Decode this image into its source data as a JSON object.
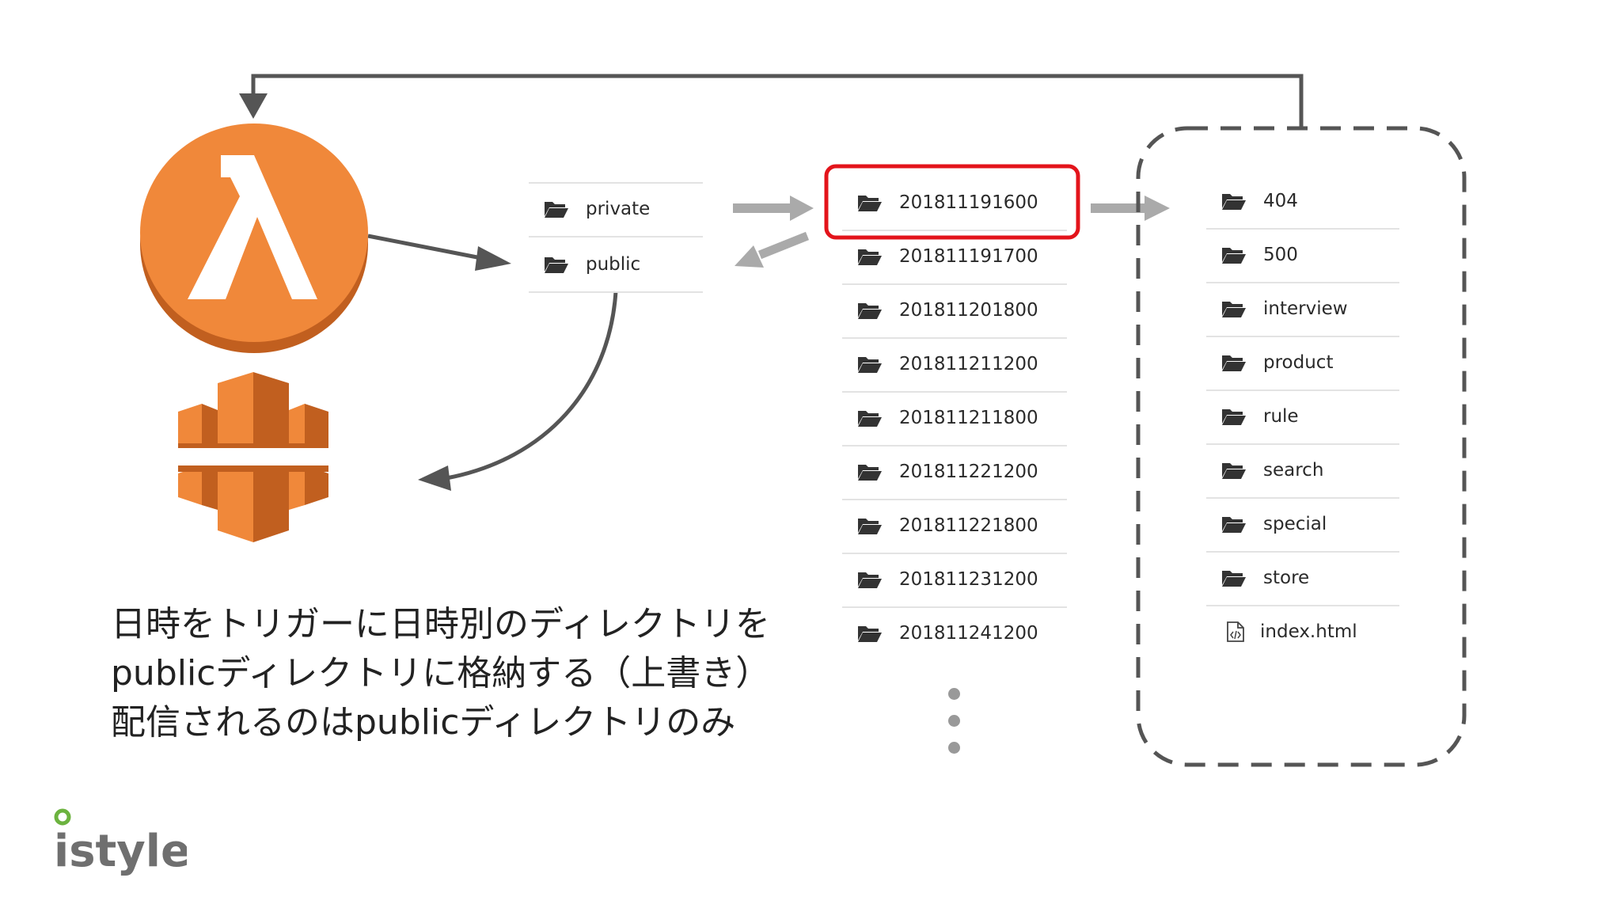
{
  "root_dirs": [
    {
      "label": "private",
      "icon": "folder-icon"
    },
    {
      "label": "public",
      "icon": "folder-icon"
    }
  ],
  "timestamp_dirs": [
    {
      "label": "201811191600",
      "icon": "folder-icon",
      "highlighted": true
    },
    {
      "label": "201811191700",
      "icon": "folder-icon"
    },
    {
      "label": "201811201800",
      "icon": "folder-icon"
    },
    {
      "label": "201811211200",
      "icon": "folder-icon"
    },
    {
      "label": "201811211800",
      "icon": "folder-icon"
    },
    {
      "label": "201811221200",
      "icon": "folder-icon"
    },
    {
      "label": "201811221800",
      "icon": "folder-icon"
    },
    {
      "label": "201811231200",
      "icon": "folder-icon"
    },
    {
      "label": "201811241200",
      "icon": "folder-icon"
    }
  ],
  "content_dirs": [
    {
      "label": "404",
      "icon": "folder-icon"
    },
    {
      "label": "500",
      "icon": "folder-icon"
    },
    {
      "label": "interview",
      "icon": "folder-icon"
    },
    {
      "label": "product",
      "icon": "folder-icon"
    },
    {
      "label": "rule",
      "icon": "folder-icon"
    },
    {
      "label": "search",
      "icon": "folder-icon"
    },
    {
      "label": "special",
      "icon": "folder-icon"
    },
    {
      "label": "store",
      "icon": "folder-icon"
    },
    {
      "label": "index.html",
      "icon": "html-file-icon"
    }
  ],
  "caption": {
    "line1": "日時をトリガーに日時別のディレクトリを",
    "line2": "publicディレクトリに格納する（上書き）",
    "line3": "配信されるのはpublicディレクトリのみ"
  },
  "logo": {
    "text": "istyle"
  },
  "colors": {
    "lambda_orange": "#f0883a",
    "lambda_orange_dark": "#c15f1f",
    "highlight_red": "#e3141b",
    "arrow_dark": "#555555",
    "arrow_light": "#aaaaaa",
    "logo_green": "#6cb33f",
    "logo_gray": "#6f6f6f"
  }
}
